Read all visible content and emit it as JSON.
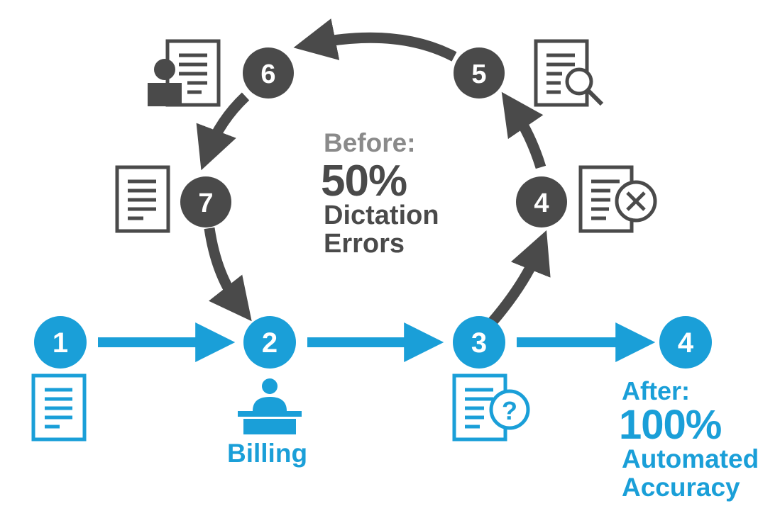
{
  "colors": {
    "blue": "#1a9fd8",
    "dark": "#4a4a4a",
    "gray": "#8a8a8a"
  },
  "flow": {
    "steps": [
      "1",
      "2",
      "3",
      "4"
    ],
    "billing_label": "Billing"
  },
  "loop": {
    "steps": [
      "4",
      "5",
      "6",
      "7"
    ]
  },
  "before": {
    "heading": "Before:",
    "percent": "50%",
    "line1": "Dictation",
    "line2": "Errors"
  },
  "after": {
    "heading": "After:",
    "percent": "100%",
    "line1": "Automated",
    "line2": "Accuracy"
  },
  "icons": {
    "step1": "document-icon",
    "step2": "billing-desk-icon",
    "step3": "document-question-icon",
    "loop4": "document-rejected-icon",
    "loop5": "document-review-icon",
    "loop6": "person-document-icon",
    "loop7": "document-icon"
  }
}
